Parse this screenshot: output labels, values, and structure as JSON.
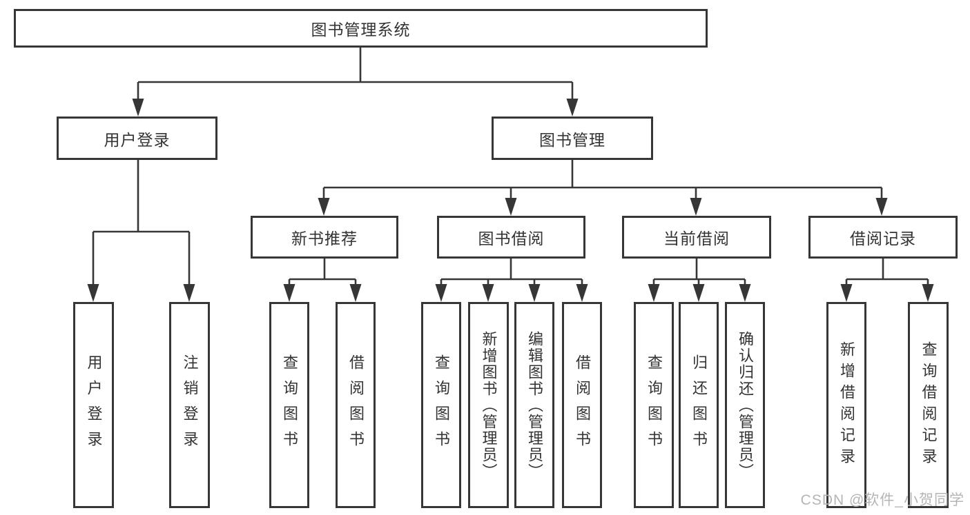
{
  "diagram": {
    "root": {
      "label": "图书管理系统"
    },
    "level2": [
      {
        "label": "用户登录"
      },
      {
        "label": "图书管理"
      }
    ],
    "level3": [
      {
        "label": "新书推荐"
      },
      {
        "label": "图书借阅"
      },
      {
        "label": "当前借阅"
      },
      {
        "label": "借阅记录"
      }
    ],
    "level4": [
      {
        "label": "用户登录"
      },
      {
        "label": "注销登录"
      },
      {
        "label": "查询图书"
      },
      {
        "label": "借阅图书"
      },
      {
        "label": "查询图书"
      },
      {
        "label": "新增图书（管理员）"
      },
      {
        "label": "编辑图书（管理员）"
      },
      {
        "label": "借阅图书"
      },
      {
        "label": "查询图书"
      },
      {
        "label": "归还图书"
      },
      {
        "label": "确认归还（管理员）"
      },
      {
        "label": "新增借阅记录"
      },
      {
        "label": "查询借阅记录"
      }
    ]
  },
  "watermark": {
    "text": "CSDN @软件_小贺同学"
  },
  "colors": {
    "line": "#363636",
    "border": "#363636",
    "text": "#333333",
    "watermark": "#b5b5b5",
    "background": "#ffffff"
  }
}
